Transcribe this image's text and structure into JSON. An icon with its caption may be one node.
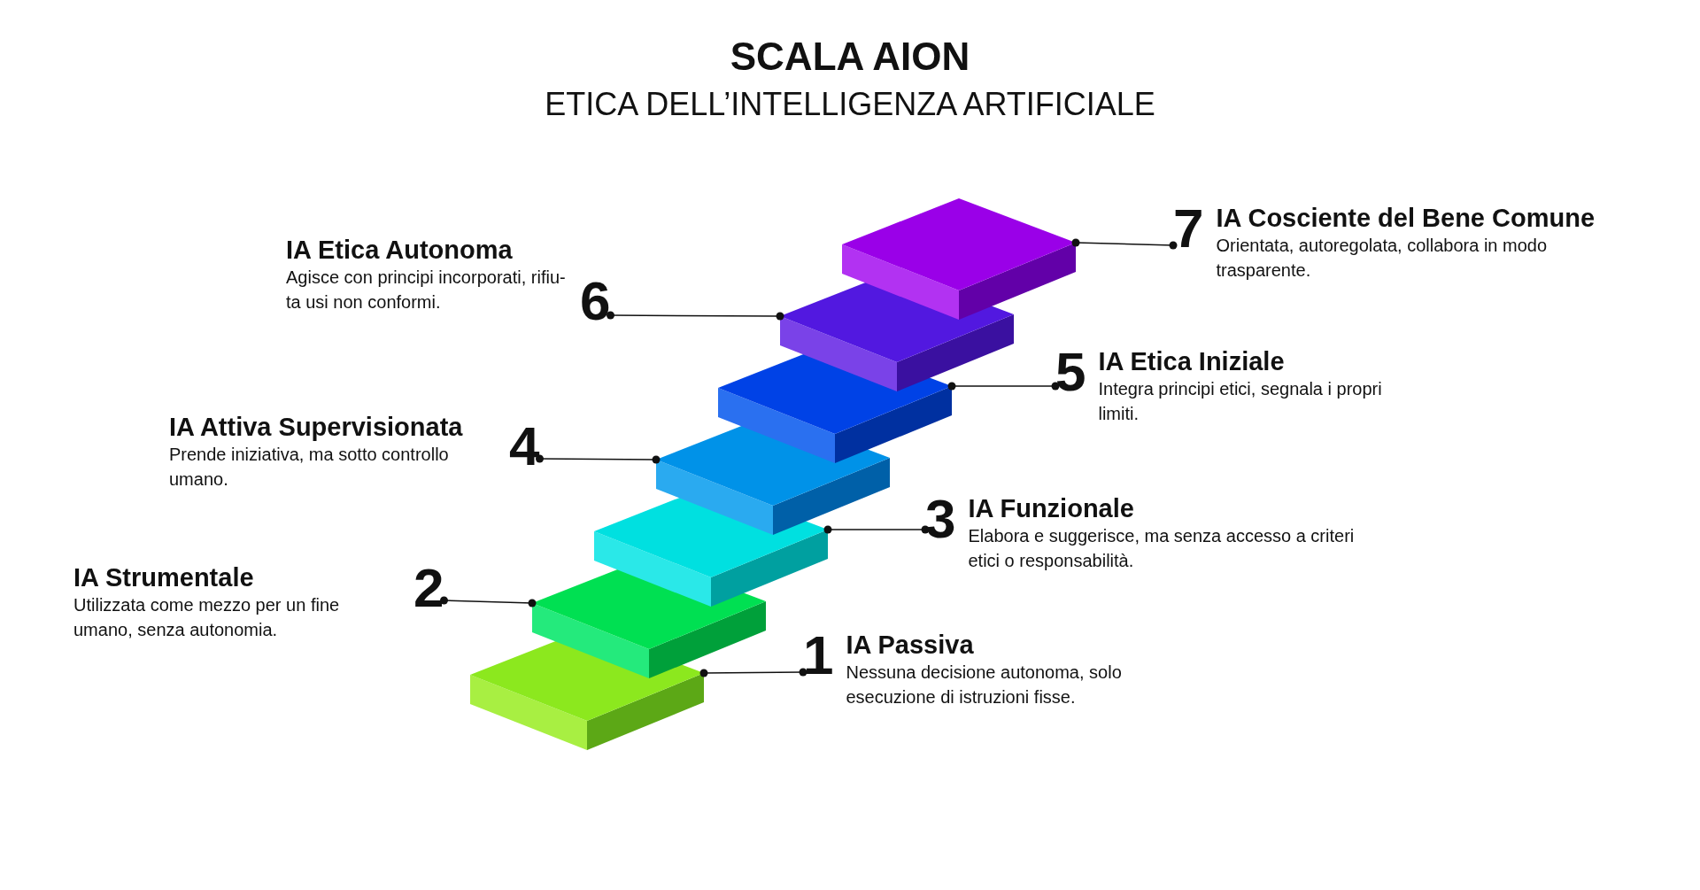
{
  "diagram": {
    "title": "SCALA AION",
    "nodes": [
      {
        "text": [],
        "shape": "box"
      },
      {
        "text": [],
        "shape": "box"
      },
      {
        "text": [],
        "shape": "box"
      },
      {
        "text": [],
        "shape": "box"
      },
      {
        "text": [],
        "shape": "box"
      },
      {
        "text": [],
        "shape": "box"
      },
      {
        "text": [],
        "shape": "box"
      },
      {
        "text": [
          "1",
          "IA Passiva",
          "Nessuna decisione autonoma, solo esecuzione di istruzioni fisse."
        ]
      },
      {
        "text": [
          "IA Strumentale",
          "Utilizzata come mezzo per un fine umano, senza autonomia.",
          "2"
        ]
      },
      {
        "text": [
          "3",
          "IA Funzionale",
          "Elabora e suggerisce, ma senza accesso a criteri etici o responsabilità."
        ]
      },
      {
        "text": [
          "IA Attiva Supervisionata",
          "Prende iniziativa, ma sotto controllo umano.",
          "4"
        ]
      },
      {
        "text": [
          "5",
          "IA Etica Iniziale",
          "Integra principi etici, segnala i propri limiti."
        ]
      },
      {
        "text": [
          "IA Etica Autonoma",
          "Agisce con principi incorporati, rifiu-ta usi non conformi.",
          "6"
        ]
      },
      {
        "text": [
          "7",
          "IA Cosciente del Bene Comune",
          "Orientata, autoregolata, collabora in modo trasparente."
        ]
      }
    ],
    "edges": [
      {
        "from": 7,
        "to": 0,
        "arrow": "other"
      },
      {
        "from": 8,
        "to": 1,
        "arrow": "other"
      },
      {
        "from": 9,
        "to": 2,
        "arrow": "other"
      },
      {
        "from": 10,
        "to": 3,
        "arrow": "other"
      },
      {
        "from": 11,
        "to": 4,
        "arrow": "other"
      },
      {
        "from": 12,
        "to": 5,
        "arrow": "other"
      },
      {
        "from": 13,
        "to": 6,
        "arrow": "other"
      }
    ],
    "labels": [
      "ETICA DELL’INTELLIGENZA ARTIFICIALE"
    ]
  }
}
